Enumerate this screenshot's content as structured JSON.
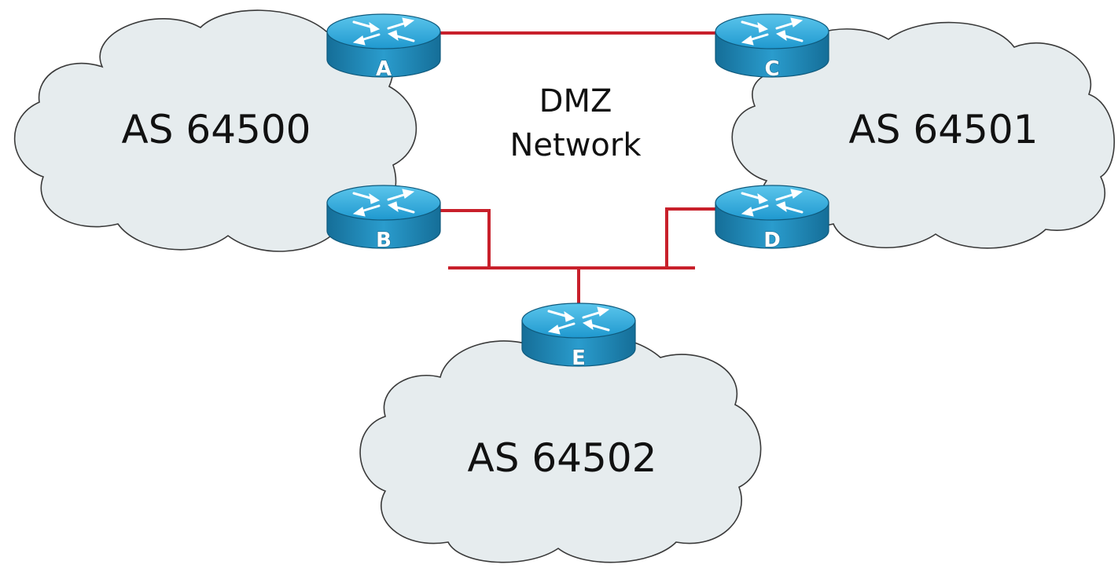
{
  "colors": {
    "cloud_fill": "#e6ecee",
    "cloud_stroke": "#3a3a3a",
    "link": "#c8202b",
    "router_top": "#2aa8d8",
    "router_side": "#1b7fae",
    "router_arrow": "#ffffff"
  },
  "clouds": {
    "as64500": {
      "label": "AS 64500"
    },
    "as64501": {
      "label": "AS 64501"
    },
    "as64502": {
      "label": "AS 64502"
    }
  },
  "dmz": {
    "line1": "DMZ",
    "line2": "Network"
  },
  "routers": {
    "a": {
      "label": "A",
      "icon": "router-icon"
    },
    "b": {
      "label": "B",
      "icon": "router-icon"
    },
    "c": {
      "label": "C",
      "icon": "router-icon"
    },
    "d": {
      "label": "D",
      "icon": "router-icon"
    },
    "e": {
      "label": "E",
      "icon": "router-icon"
    }
  },
  "links": [
    {
      "from": "A",
      "to": "C"
    },
    {
      "from": "B",
      "to": "DMZ LAN"
    },
    {
      "from": "D",
      "to": "DMZ LAN"
    },
    {
      "from": "E",
      "to": "DMZ LAN"
    }
  ]
}
